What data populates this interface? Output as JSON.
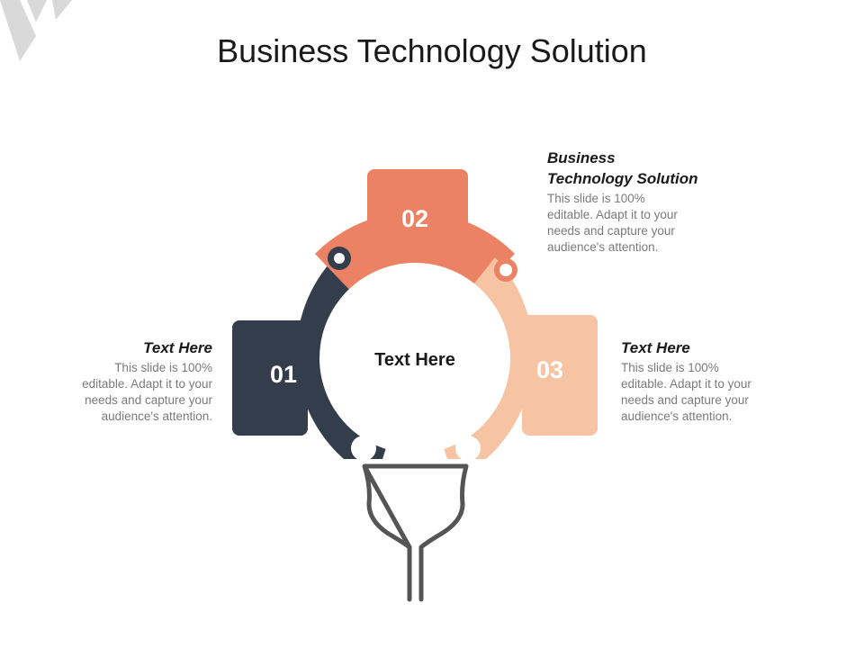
{
  "title": "Business Technology Solution",
  "center_label": "Text Here",
  "colors": {
    "dark": "#343d4b",
    "coral": "#ec8264",
    "peach": "#f6c3a3",
    "bulb": "#555555",
    "logo": "#d9d9d9"
  },
  "pieces": [
    {
      "number": "01",
      "color": "#343d4b"
    },
    {
      "number": "02",
      "color": "#ec8264"
    },
    {
      "number": "03",
      "color": "#f6c3a3"
    }
  ],
  "blocks": {
    "left": {
      "heading": "Text Here",
      "lines": [
        "This slide is 100%",
        "editable. Adapt it to your",
        "needs and capture your",
        "audience's attention."
      ]
    },
    "top": {
      "heading_lines": [
        "Business",
        "Technology Solution"
      ],
      "lines": [
        "This slide is 100%",
        "editable. Adapt it to your",
        "needs and capture your",
        "audience's attention."
      ]
    },
    "right": {
      "heading": "Text Here",
      "lines": [
        "This slide is 100%",
        "editable. Adapt it to your",
        "needs and capture your",
        "audience's attention."
      ]
    }
  }
}
